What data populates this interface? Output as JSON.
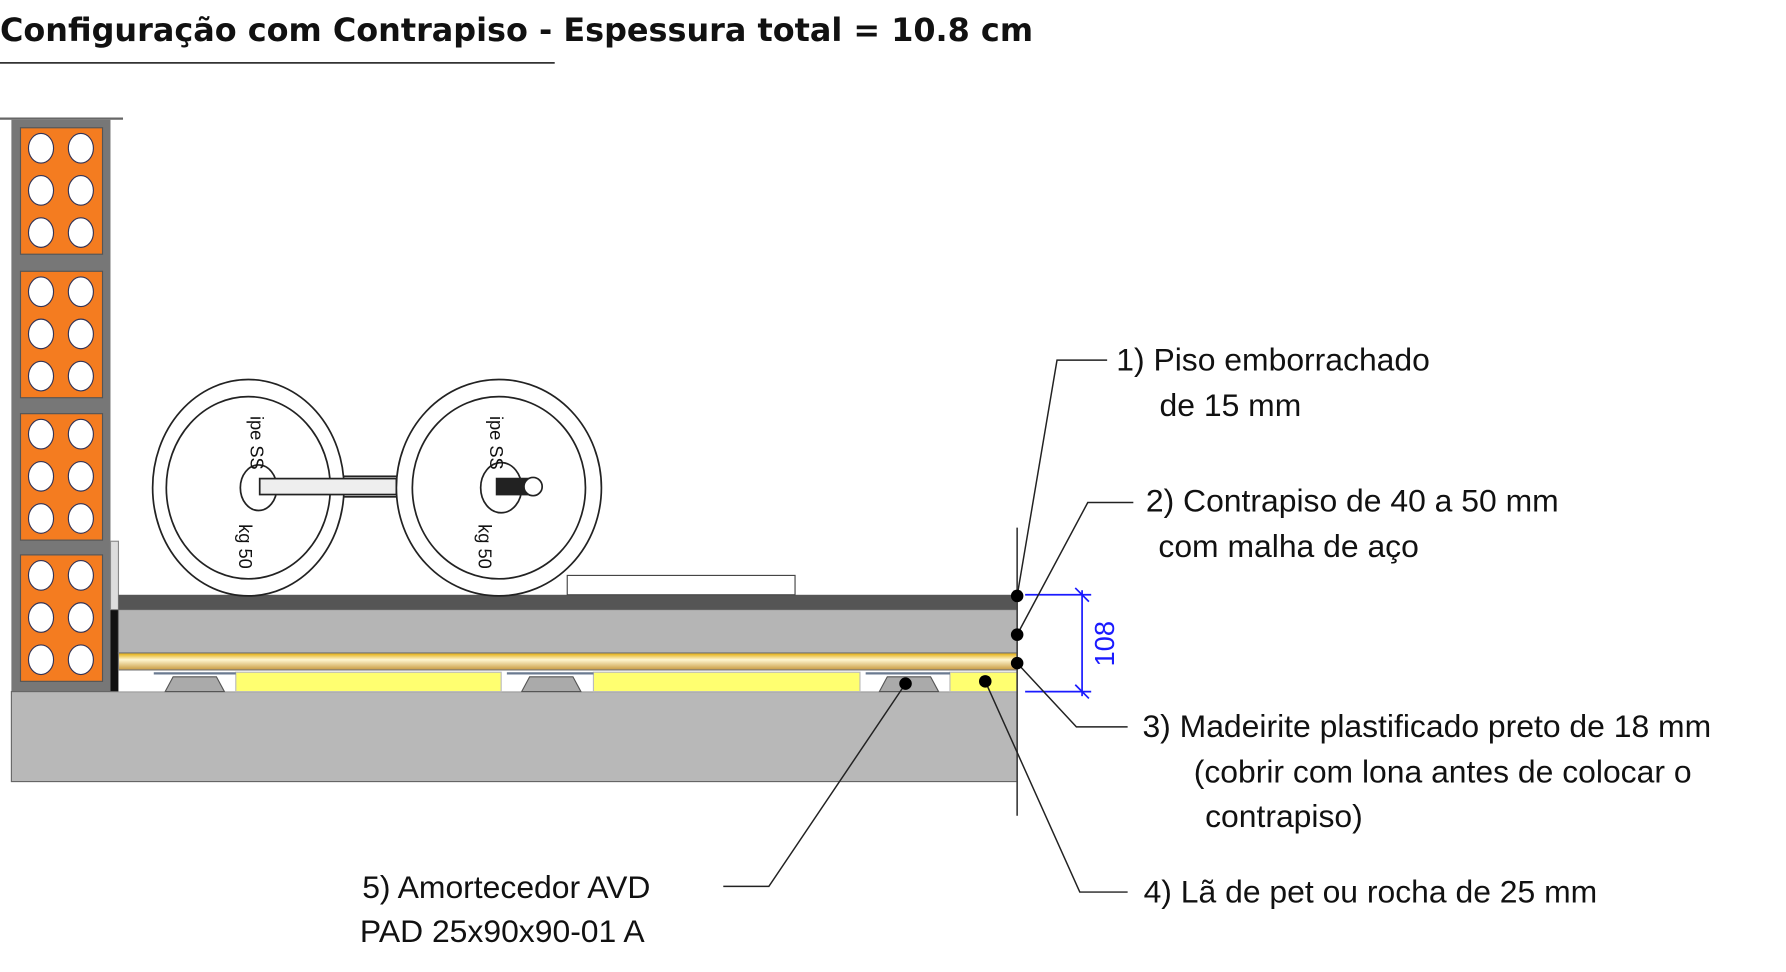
{
  "title": "Configuração com Contrapiso - Espessura total = 10.8 cm",
  "dimension": "108",
  "labels": {
    "l1": [
      "1) Piso emborrachado",
      "de 15 mm"
    ],
    "l2": [
      "2) Contrapiso de 40 a 50 mm",
      "com malha de aço"
    ],
    "l3": [
      "3) Madeirite plastificado preto de 18 mm",
      "(cobrir com lona antes de colocar o",
      "contrapiso)"
    ],
    "l4": [
      "4) Lã de pet ou rocha de 25 mm"
    ],
    "l5": [
      "5) Amortecedor AVD",
      "PAD 25x90x90-01 A"
    ]
  },
  "plate_text": [
    "ipe SS",
    "kg 50"
  ],
  "colors": {
    "brick": "#f47c20",
    "insulation": "#ffff70",
    "concrete": "#b5b5b5",
    "rubber": "#555555",
    "dimension": "#1a1aff"
  }
}
